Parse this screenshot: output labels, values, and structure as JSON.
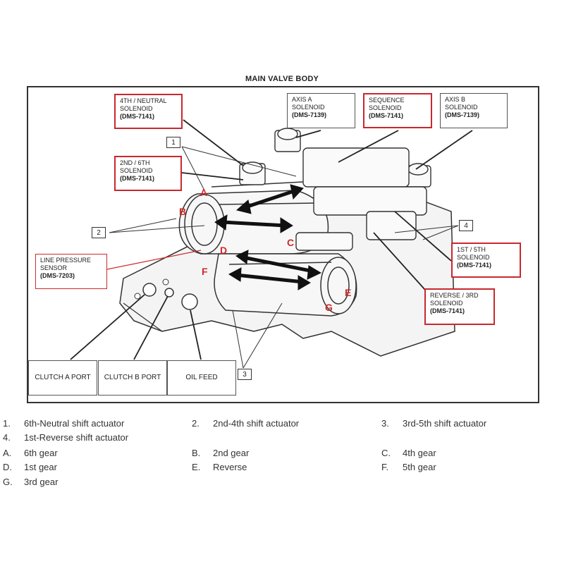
{
  "title": "MAIN VALVE BODY",
  "callouts": {
    "neutral_4th": {
      "lines": [
        "4TH / NEUTRAL",
        "SOLENOID"
      ],
      "code": "(DMS-7141)"
    },
    "axis_a": {
      "lines": [
        "AXIS A",
        "SOLENOID"
      ],
      "code": "(DMS-7139)"
    },
    "sequence": {
      "lines": [
        "SEQUENCE",
        "SOLENOID"
      ],
      "code": "(DMS-7141)"
    },
    "axis_b": {
      "lines": [
        "AXIS B",
        "SOLENOID"
      ],
      "code": "(DMS-7139)"
    },
    "sixth_2nd": {
      "lines": [
        "2ND / 6TH",
        "SOLENOID"
      ],
      "code": "(DMS-7141)"
    },
    "line_pressure": {
      "lines": [
        "LINE PRESSURE",
        "SENSOR"
      ],
      "code": "(DMS-7203)"
    },
    "fifth_1st": {
      "lines": [
        "1ST / 5TH",
        "SOLENOID"
      ],
      "code": "(DMS-7141)"
    },
    "reverse_3rd": {
      "lines": [
        "REVERSE / 3RD",
        "SOLENOID"
      ],
      "code": "(DMS-7141)"
    }
  },
  "ports": {
    "clutch_a": "CLUTCH A PORT",
    "clutch_b": "CLUTCH B PORT",
    "oil_feed": "OIL FEED"
  },
  "numbers": [
    "1",
    "2",
    "3",
    "4"
  ],
  "gear_labels": [
    "A",
    "B",
    "C",
    "D",
    "E",
    "F",
    "G"
  ],
  "legend": [
    {
      "key": "1.",
      "text": "6th-Neutral shift actuator"
    },
    {
      "key": "2.",
      "text": "2nd-4th shift actuator"
    },
    {
      "key": "3.",
      "text": "3rd-5th shift actuator"
    },
    {
      "key": "4.",
      "text": "1st-Reverse shift actuator"
    },
    {
      "key": "A.",
      "text": "6th gear"
    },
    {
      "key": "B.",
      "text": "2nd gear"
    },
    {
      "key": "C.",
      "text": "4th gear"
    },
    {
      "key": "D.",
      "text": "1st gear"
    },
    {
      "key": "E.",
      "text": "Reverse"
    },
    {
      "key": "F.",
      "text": "5th gear"
    },
    {
      "key": "G.",
      "text": "3rd gear"
    }
  ],
  "colors": {
    "callout_red": "#c8282e",
    "gear_label_red": "#d02a2a",
    "line": "#222222"
  }
}
